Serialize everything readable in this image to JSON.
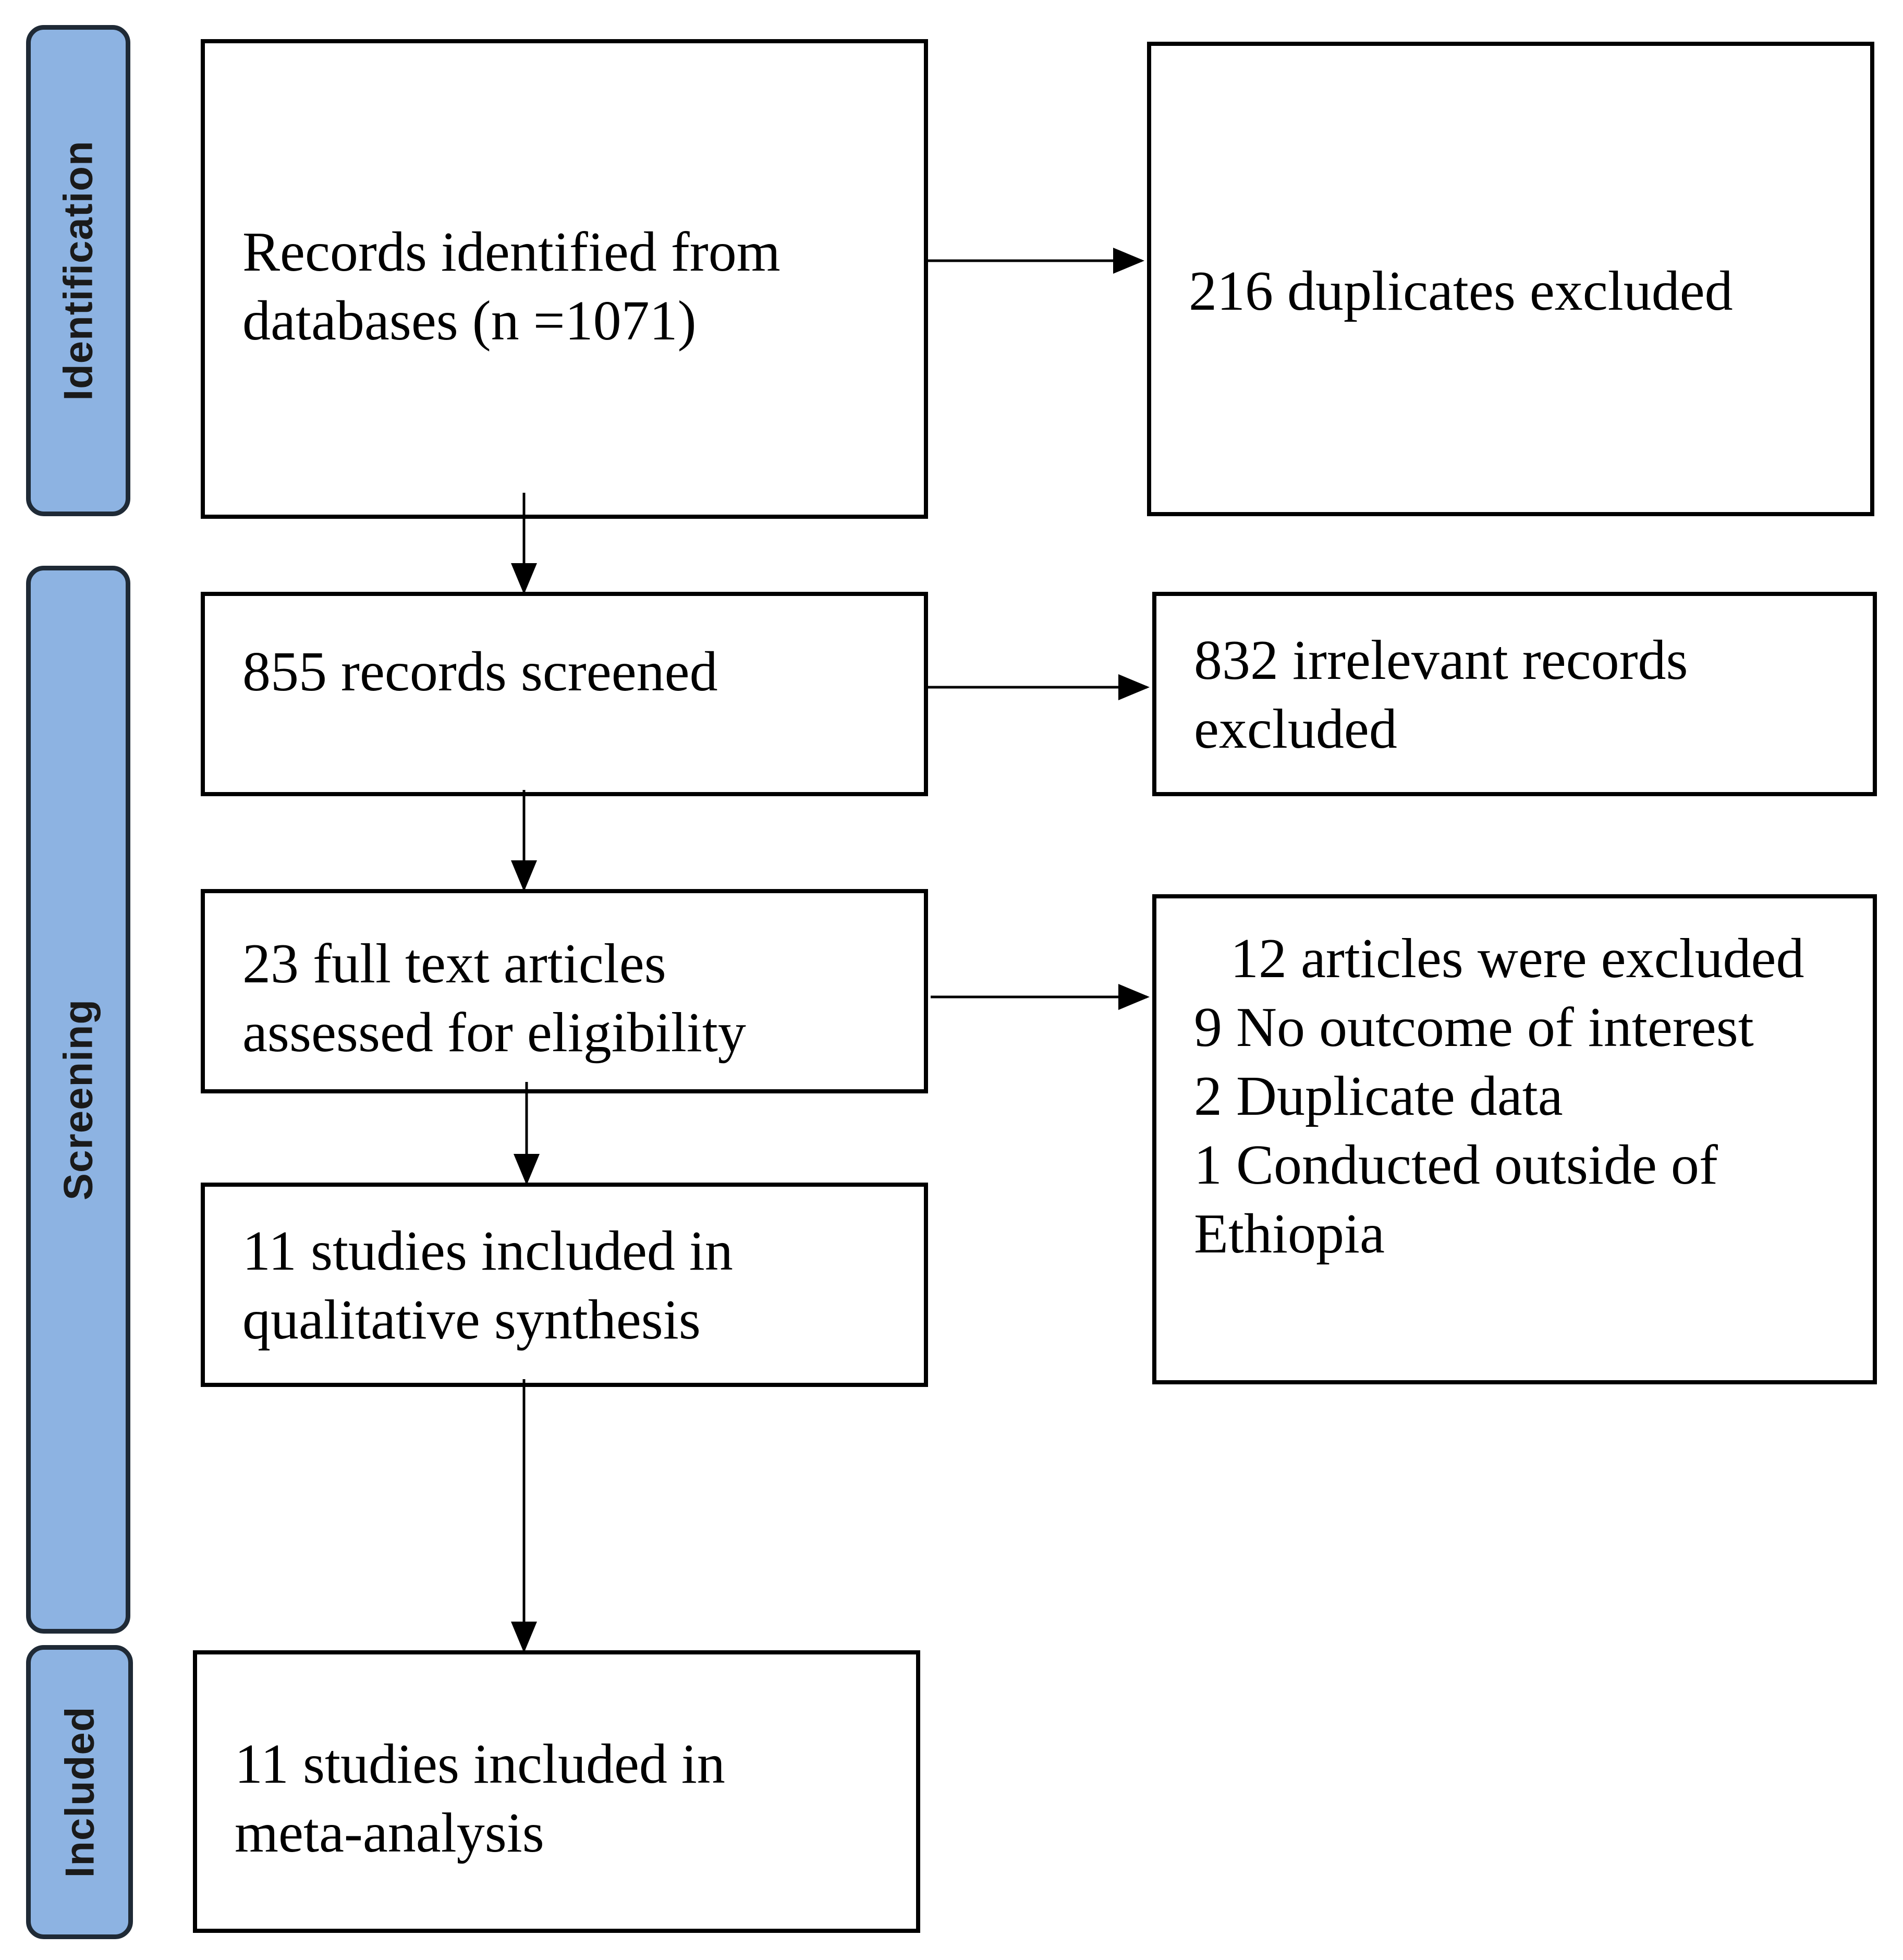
{
  "phases": {
    "identification": "Identification",
    "screening": "Screening",
    "included": "Included"
  },
  "boxes": {
    "records_identified": [
      "Records identified from",
      "databases (n =1071)"
    ],
    "duplicates_excluded": [
      "216 duplicates excluded"
    ],
    "records_screened": [
      "855 records screened"
    ],
    "irrelevant_excluded": [
      "832 irrelevant records",
      "excluded"
    ],
    "fulltext_assessed": [
      "23 full text articles",
      "assessed for eligibility"
    ],
    "articles_excluded": {
      "heading": "12 articles were excluded",
      "reasons": [
        "9 No outcome of interest",
        "2 Duplicate data",
        "1 Conducted outside of",
        "Ethiopia"
      ]
    },
    "qualitative_synthesis": [
      "11 studies included in",
      "qualitative synthesis"
    ],
    "meta_analysis": [
      "11 studies included in",
      "meta-analysis"
    ]
  }
}
